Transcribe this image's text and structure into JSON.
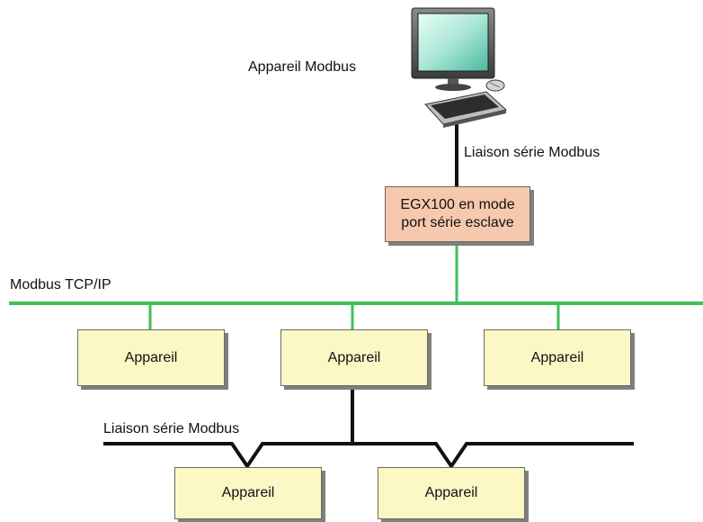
{
  "doc_id": "DB111315",
  "top_device_label": "Appareil Modbus",
  "serial_link_top_label": "Liaison série Modbus",
  "egx": {
    "line1": "EGX100 en mode",
    "line2": "port série esclave"
  },
  "tcp_label": "Modbus TCP/IP",
  "serial_link_bottom_label": "Liaison série Modbus",
  "devices": [
    "Appareil",
    "Appareil",
    "Appareil",
    "Appareil",
    "Appareil"
  ],
  "colors": {
    "tcp_line": "#3fbf58",
    "serial_line": "#111111",
    "device_fill": "#fbf8c6",
    "egx_fill": "#f6c8ad"
  },
  "icon": "computer-workstation-icon"
}
